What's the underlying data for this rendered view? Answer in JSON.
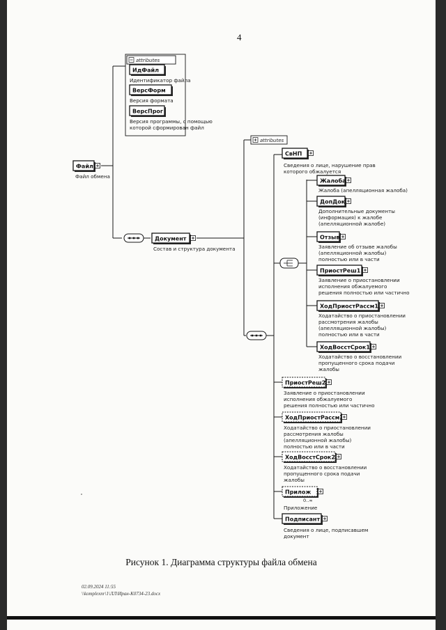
{
  "page_number": "4",
  "attributes_label": "attributes",
  "root": {
    "name": "Файл",
    "desc": "Файл обмена"
  },
  "file_attributes": [
    {
      "name": "ИдФайл",
      "desc": [
        "Идентификатор файла"
      ]
    },
    {
      "name": "ВерсФорм",
      "desc": [
        "Версия формата"
      ]
    },
    {
      "name": "ВерсПрог",
      "desc": [
        "Версия программы, с помощью",
        "которой сформирован файл"
      ]
    }
  ],
  "document": {
    "name": "Документ",
    "desc": "Состав и структура документа"
  },
  "svnp": {
    "name": "СвНП",
    "desc": [
      "Сведения о лице, нарушение прав",
      "которого обжалуется"
    ]
  },
  "choice_items": [
    {
      "name": "Жалоба",
      "desc": [
        "Жалоба (апелляционная жалоба)"
      ]
    },
    {
      "name": "ДопДок",
      "desc": [
        "Дополнительные документы",
        "(информация) к жалобе",
        "(апелляционной жалобе)"
      ]
    },
    {
      "name": "Отзыв",
      "desc": [
        "Заявление об отзыве жалобы",
        "(апелляционной жалобы)",
        "полностью или в части"
      ]
    },
    {
      "name": "ПриостРеш1",
      "desc": [
        "Заявление о приостановлении",
        "исполнения обжалуемого",
        "решения полностью или частично"
      ]
    },
    {
      "name": "ХодПриостРассм1",
      "desc": [
        "Ходатайство о приостановлении",
        "рассмотрения жалобы",
        "(апелляционной жалобы)",
        "полностью или в части"
      ]
    },
    {
      "name": "ХодВосстСрок1",
      "desc": [
        "Ходатайство о восстановлении",
        "пропущенного срока подачи",
        "жалобы"
      ]
    }
  ],
  "optional_items": [
    {
      "name": "ПриостРеш2",
      "desc": [
        "Заявление о приостановлении",
        "исполнения обжалуемого",
        "решения полностью или частично"
      ]
    },
    {
      "name": "ХодПриостРассм2",
      "desc": [
        "Ходатайство о приостановлении",
        "рассмотрения жалобы",
        "(апелляционной жалобы)",
        "полностью или в части"
      ]
    },
    {
      "name": "ХодВосстСрок2",
      "desc": [
        "Ходатайство о восстановлении",
        "пропущенного срока подачи",
        "жалобы"
      ]
    },
    {
      "name": "Прилож",
      "cardinality": "0..∞",
      "desc": [
        "Приложение"
      ]
    }
  ],
  "signer": {
    "name": "Подписант",
    "desc": [
      "Сведения о лице, подписавшем",
      "документ"
    ]
  },
  "caption": "Рисунок 1. Диаграмма структуры файла обмена",
  "footer": {
    "date": "02.09.2024 11:55",
    "path": "\\\\komplexnr\\1\\ЛЛ\\Иpaн-K0734-23.docx"
  }
}
